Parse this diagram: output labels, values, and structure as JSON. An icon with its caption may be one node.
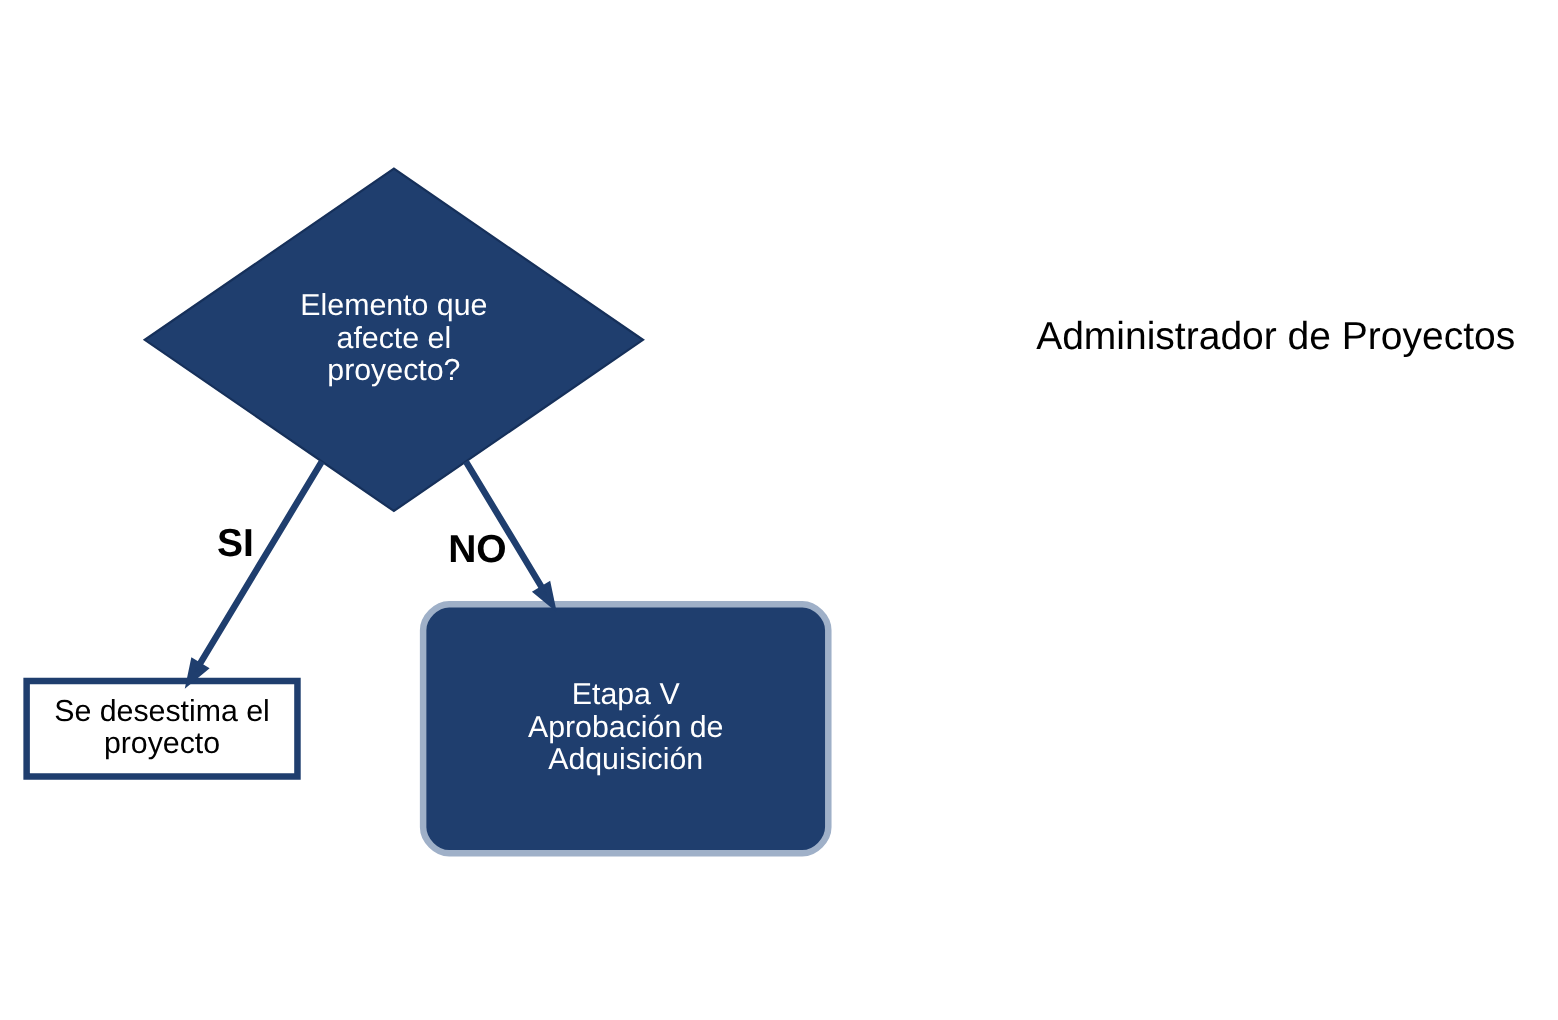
{
  "diagram": {
    "nodes": [
      {
        "text": [
          "Elemento que afecte el proyecto?"
        ]
      },
      {
        "text": [
          "Se desestima el proyecto"
        ]
      },
      {
        "text": [
          "Etapa V Aprobación de Adquisición"
        ]
      }
    ],
    "edges": [
      {
        "from": 0,
        "to": 1,
        "arrow": "to",
        "label": "SI"
      },
      {
        "from": 0,
        "to": 2,
        "arrow": "to",
        "label": "NO"
      }
    ],
    "labels": [
      "Administrador de Proyectos"
    ]
  }
}
